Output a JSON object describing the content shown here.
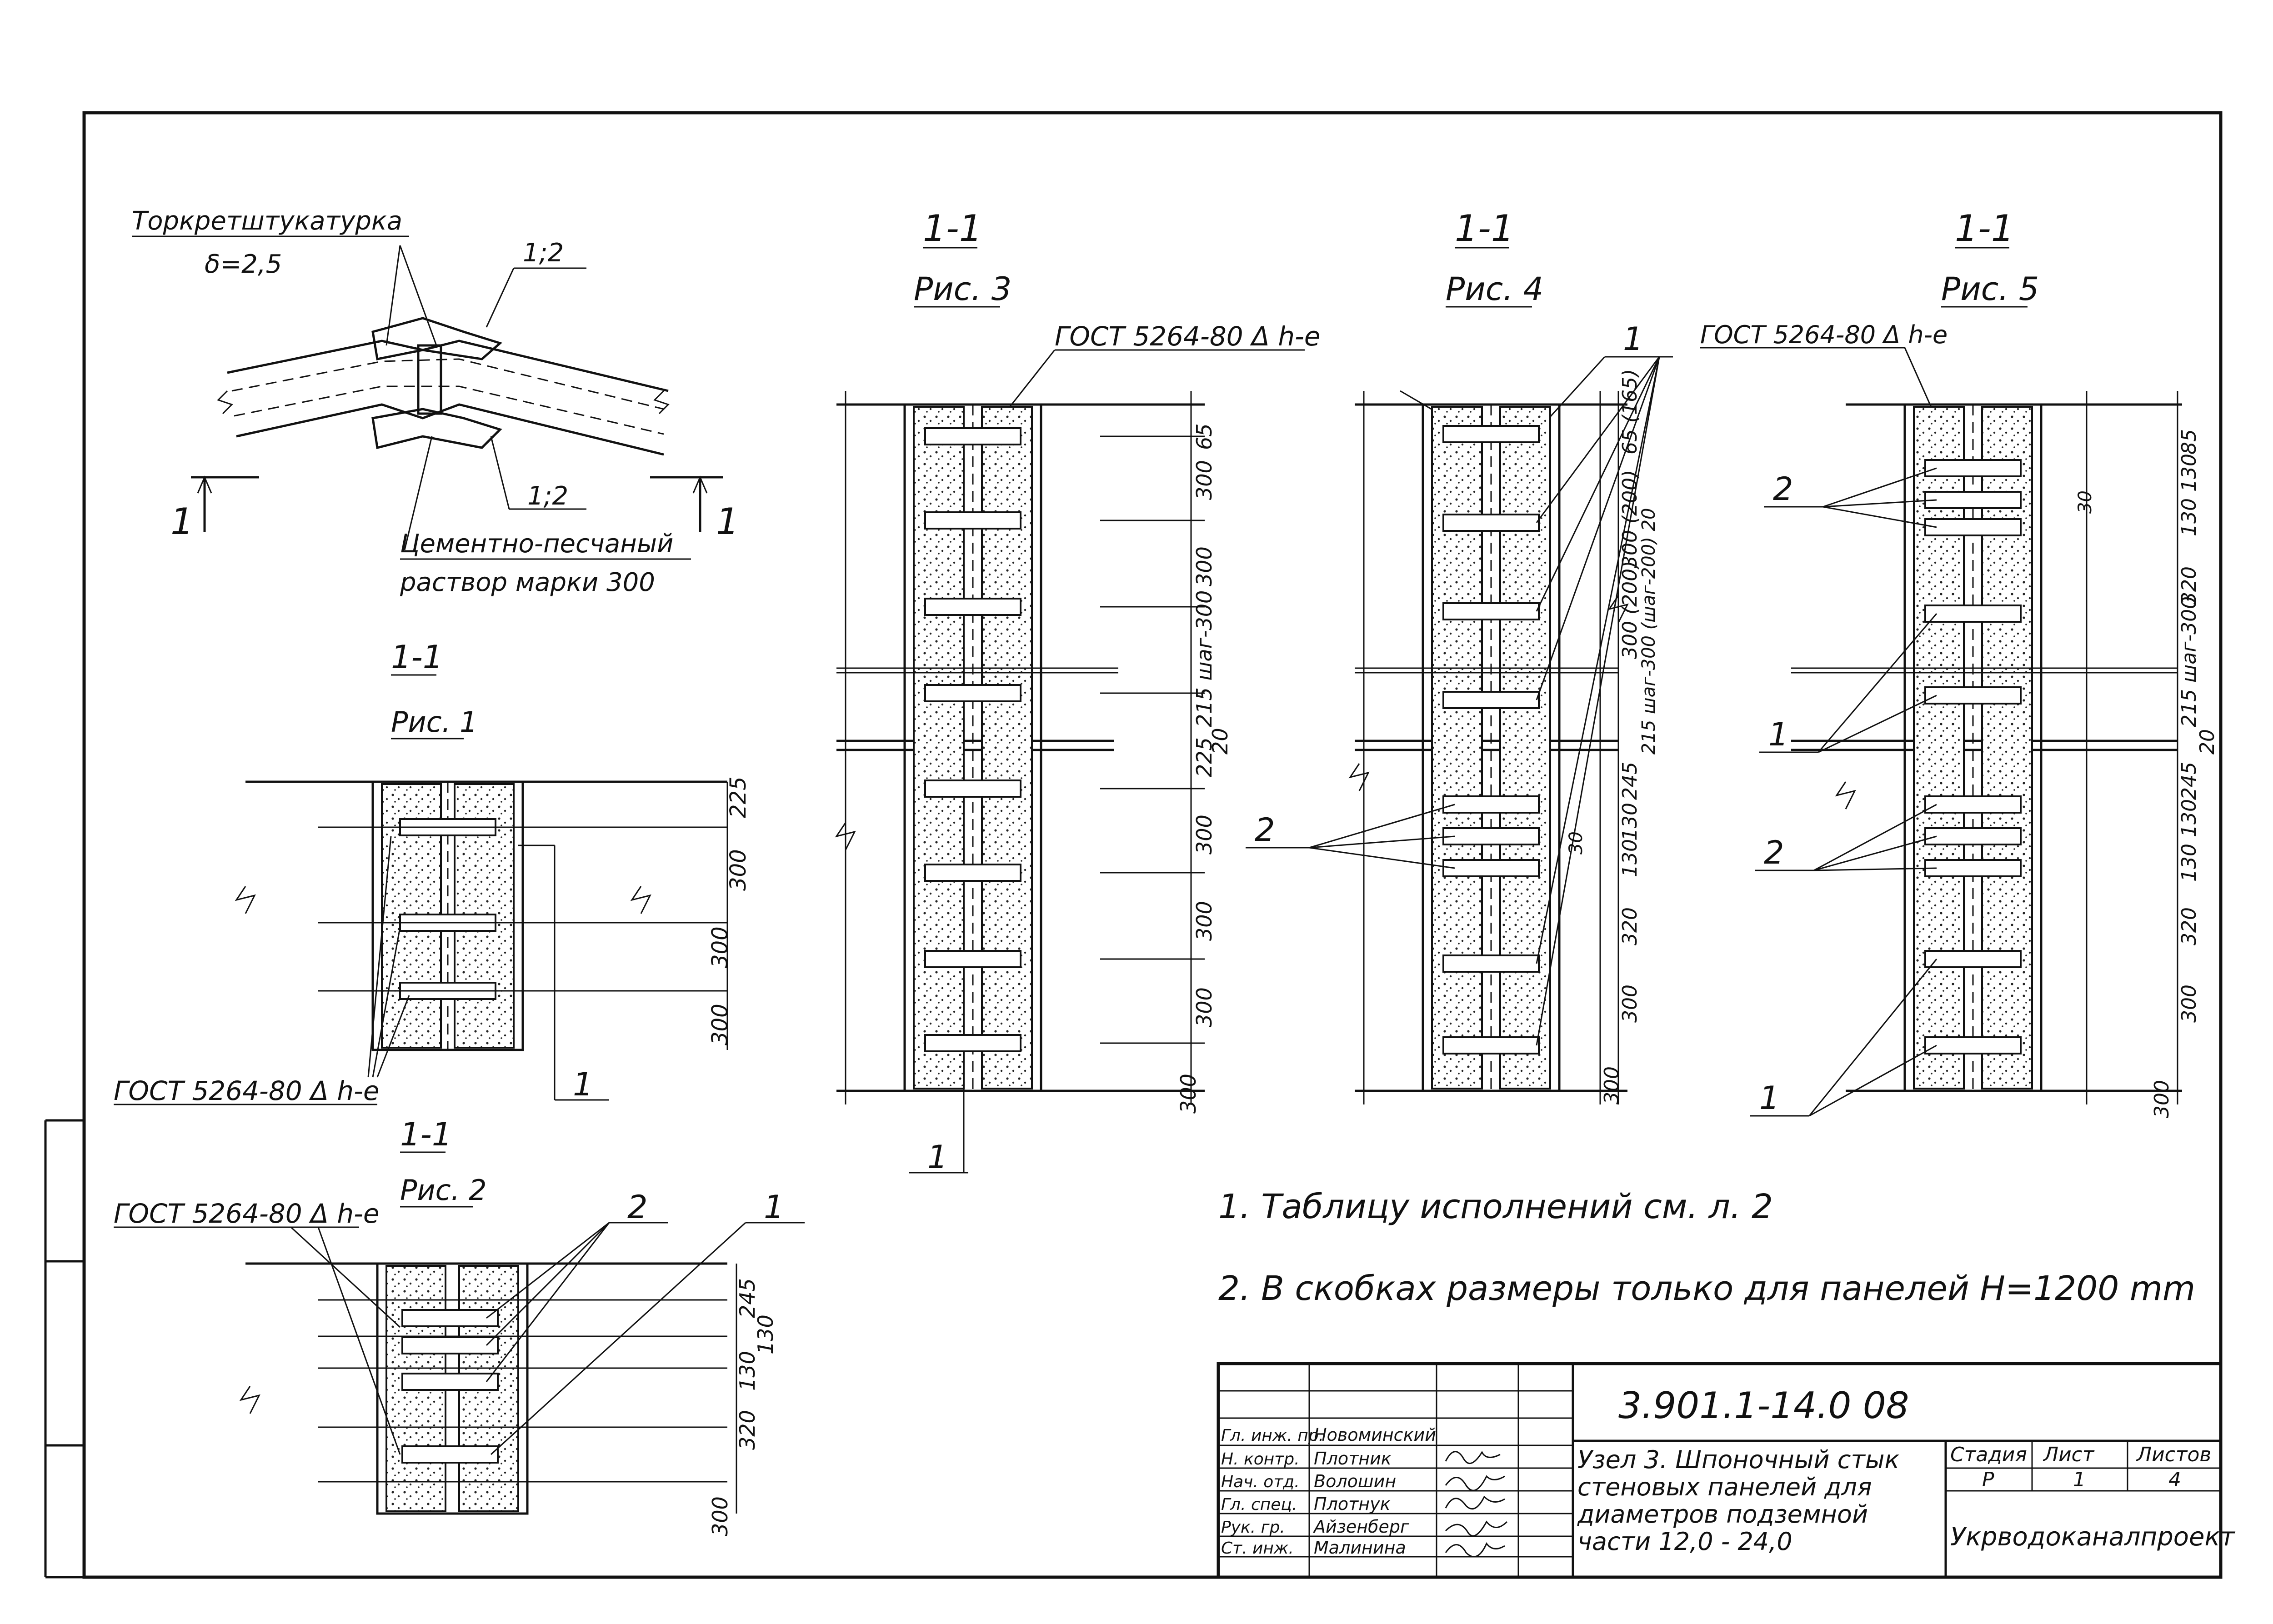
{
  "callouts": {
    "torkret_line1": "Торкретштукатурка",
    "torkret_line2": "δ=2,5",
    "ref_12_top": "1;2",
    "ref_12_bottom": "1;2",
    "mortar_line1": "Цементно-песчаный",
    "mortar_line2": "раствор марки 300",
    "cut_mark": "1"
  },
  "figures": {
    "section_label": "1-1",
    "fig1": "Рис. 1",
    "fig2": "Рис. 2",
    "fig3": "Рис. 3",
    "fig4": "Рис. 4",
    "fig5": "Рис. 5",
    "gost": "ГОСТ 5264-80 Δ h-e",
    "leader_1": "1",
    "leader_2": "2"
  },
  "dimensions": {
    "fig1": [
      "225",
      "300",
      "300",
      "300"
    ],
    "fig2": [
      "245",
      "130",
      "130",
      "320",
      "300"
    ],
    "fig3": [
      "65",
      "300",
      "300",
      "215 шаг-300",
      "20",
      "225",
      "300",
      "300",
      "300",
      "300"
    ],
    "fig4": [
      "65 (165)",
      "300 (200)",
      "300 (200)",
      "215 шаг-300 (шаг-200) 20",
      "245",
      "130",
      "130",
      "320",
      "300",
      "300",
      "30"
    ],
    "fig5": [
      "85",
      "130 130",
      "320",
      "215 шаг-300",
      "20",
      "245",
      "130 130",
      "320",
      "300",
      "300",
      "30"
    ]
  },
  "notes": {
    "note1": "1. Таблицу   исполнений  см. л. 2",
    "note2": "2. В скобках  размеры только для панелей  H=1200 mm"
  },
  "title_block": {
    "doc_code": "3.901.1-14.0  08",
    "title_line1": "Узел 3. Шпоночный стык",
    "title_line2": "стеновых панелей для",
    "title_line3": "диаметров подземной",
    "title_line4": "части 12,0 - 24,0",
    "stage_label": "Стадия",
    "sheet_label": "Лист",
    "sheets_label": "Листов",
    "stage_value": "Р",
    "sheet_value": "1",
    "sheets_value": "4",
    "organization": "Укрводоканалпроект",
    "signatures": [
      {
        "role": "Гл. инж. пр.",
        "name": "Новоминский"
      },
      {
        "role": "Н. контр.",
        "name": "Плотник"
      },
      {
        "role": "Нач. отд.",
        "name": "Волошин"
      },
      {
        "role": "Гл. спец.",
        "name": "Плотнук"
      },
      {
        "role": "Рук. гр.",
        "name": "Айзенберг"
      },
      {
        "role": "Ст. инж.",
        "name": "Малинина"
      }
    ]
  }
}
